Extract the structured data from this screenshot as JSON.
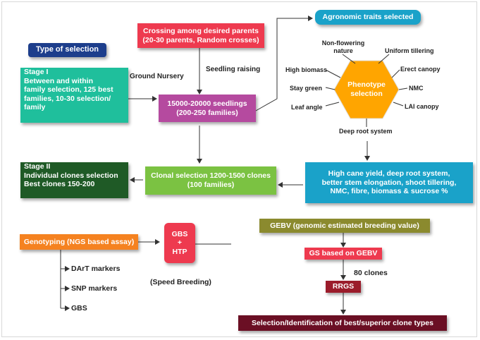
{
  "colors": {
    "red": "#ee3a4f",
    "magenta": "#b54a9f",
    "teal": "#1fbf9c",
    "navy": "#1d3e8c",
    "blue": "#1aa2c9",
    "green_light": "#7bc242",
    "green_dark": "#1f5a26",
    "orange": "#f58220",
    "gold": "#ffa500",
    "olive": "#8b8a2e",
    "rrgs": "#9b1c2b",
    "maroon": "#6b0f24"
  },
  "title_badge": "Type of selection",
  "crossing": {
    "line1": "Crossing among desired parents",
    "line2": "(20-30 parents, Random crosses)"
  },
  "agronomic": "Agronomic traits selected",
  "stage1": {
    "line1": "Stage I",
    "line2": "Between and within",
    "line3": "family selection, 125 best",
    "line4": "families, 10-30 selection/",
    "line5": "family"
  },
  "ground_nursery": "Ground Nursery",
  "seedling_raising": "Seedling raising",
  "seedlings": {
    "line1": "15000-20000 seedlings",
    "line2": "(200-250 families)"
  },
  "phenotype": {
    "line1": "Phenotype",
    "line2": "selection"
  },
  "traits": {
    "non_flowering_1": "Non-flowering",
    "non_flowering_2": "nature",
    "uniform_tillering": "Uniform tillering",
    "high_biomass": "High biomass",
    "erect_canopy": "Erect canopy",
    "stay_green": "Stay green",
    "nmc": "NMC",
    "leaf_angle": "Leaf angle",
    "lai_canopy": "LAI canopy",
    "deep_root": "Deep root system"
  },
  "stage2": {
    "line1": "Stage II",
    "line2": "Individual clones selection",
    "line3": "Best clones 150-200"
  },
  "clonal": {
    "line1": "Clonal selection 1200-1500 clones",
    "line2": "(100 families)"
  },
  "high_cane": {
    "line1": "High cane yield, deep root system,",
    "line2": "better stem elongation, shoot tillering,",
    "line3": "NMC, fibre, biomass & sucrose %"
  },
  "genotyping": "Genotyping (NGS based assay)",
  "gbs_htp": {
    "line1": "GBS",
    "line2": "+",
    "line3": "HTP"
  },
  "speed_breeding": "(Speed Breeding)",
  "markers": {
    "dart": "DArT markers",
    "snp": "SNP markers",
    "gbs": "GBS"
  },
  "gebv": "GEBV (genomic estimated breeding value)",
  "gs_gebv": "GS based on GEBV",
  "clones_80": "80 clones",
  "rrgs": "RRGS",
  "final": "Selection/Identification of best/superior clone types"
}
